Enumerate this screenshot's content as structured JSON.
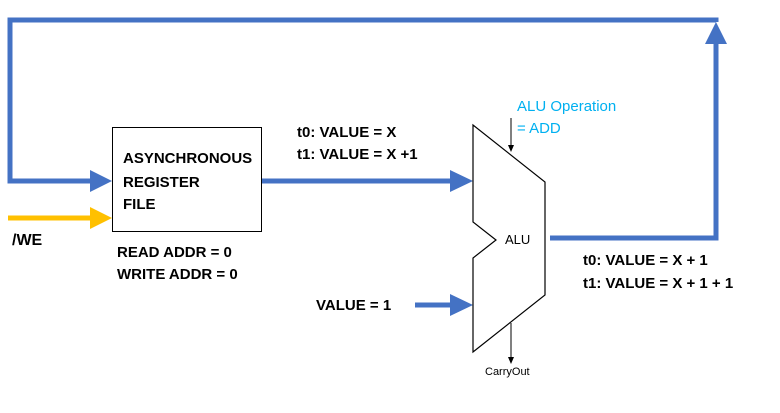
{
  "colors": {
    "bus": "#4472C4",
    "write_enable": "#FFC000",
    "alu_op": "#00B0F0",
    "text": "#000000"
  },
  "register_file": {
    "line1": "ASYNCHRONOUS",
    "line2": "REGISTER",
    "line3": "FILE",
    "read_addr": "READ ADDR = 0",
    "write_addr": "WRITE ADDR = 0"
  },
  "write_enable_label": "/WE",
  "input_a": {
    "t0": "t0: VALUE = X",
    "t1": "t1: VALUE =  X +1"
  },
  "input_b_label": "VALUE = 1",
  "alu": {
    "label": "ALU",
    "operation_line1": "ALU Operation",
    "operation_line2": "= ADD",
    "carry_out": "CarryOut"
  },
  "output": {
    "t0": "t0: VALUE = X + 1",
    "t1": "t1: VALUE = X + 1 + 1"
  }
}
